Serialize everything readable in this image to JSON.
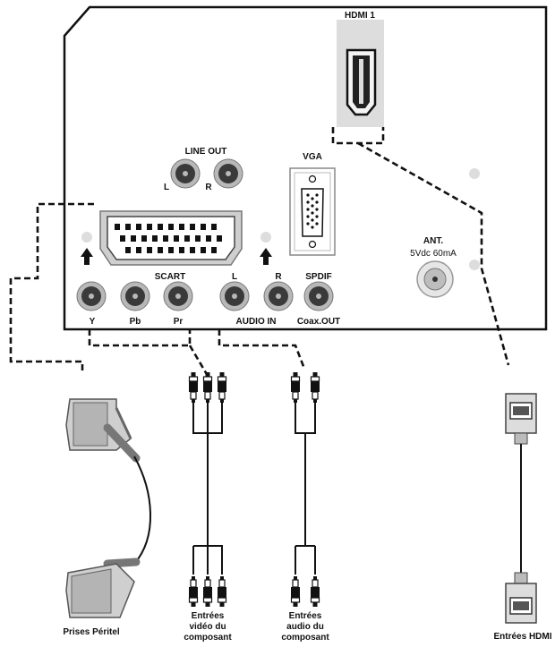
{
  "panel": {
    "hdmi_label": "HDMI 1",
    "line_out_label": "LINE OUT",
    "line_out_left": "L",
    "line_out_right": "R",
    "vga_label": "VGA",
    "ant_label": "ANT.",
    "ant_spec": "5Vdc 60mA",
    "scart_label": "SCART",
    "audio_l": "L",
    "audio_r": "R",
    "spdif_label": "SPDIF",
    "comp_y": "Y",
    "comp_pb": "Pb",
    "comp_pr": "Pr",
    "audio_in_label": "AUDIO IN",
    "coax_out_label": "Coax.OUT"
  },
  "captions": {
    "scart": "Prises Péritel",
    "component_video": [
      "Entrées",
      "vidéo du",
      "composant"
    ],
    "component_audio": [
      "Entrées",
      "audio du",
      "composant"
    ],
    "hdmi": "Entrées HDMI"
  },
  "colors": {
    "jack_outer": "#b8b8b8",
    "jack_inner": "#3a3a3a",
    "hdmi_box": "#dddddd",
    "connector": "#cfcfcf"
  }
}
